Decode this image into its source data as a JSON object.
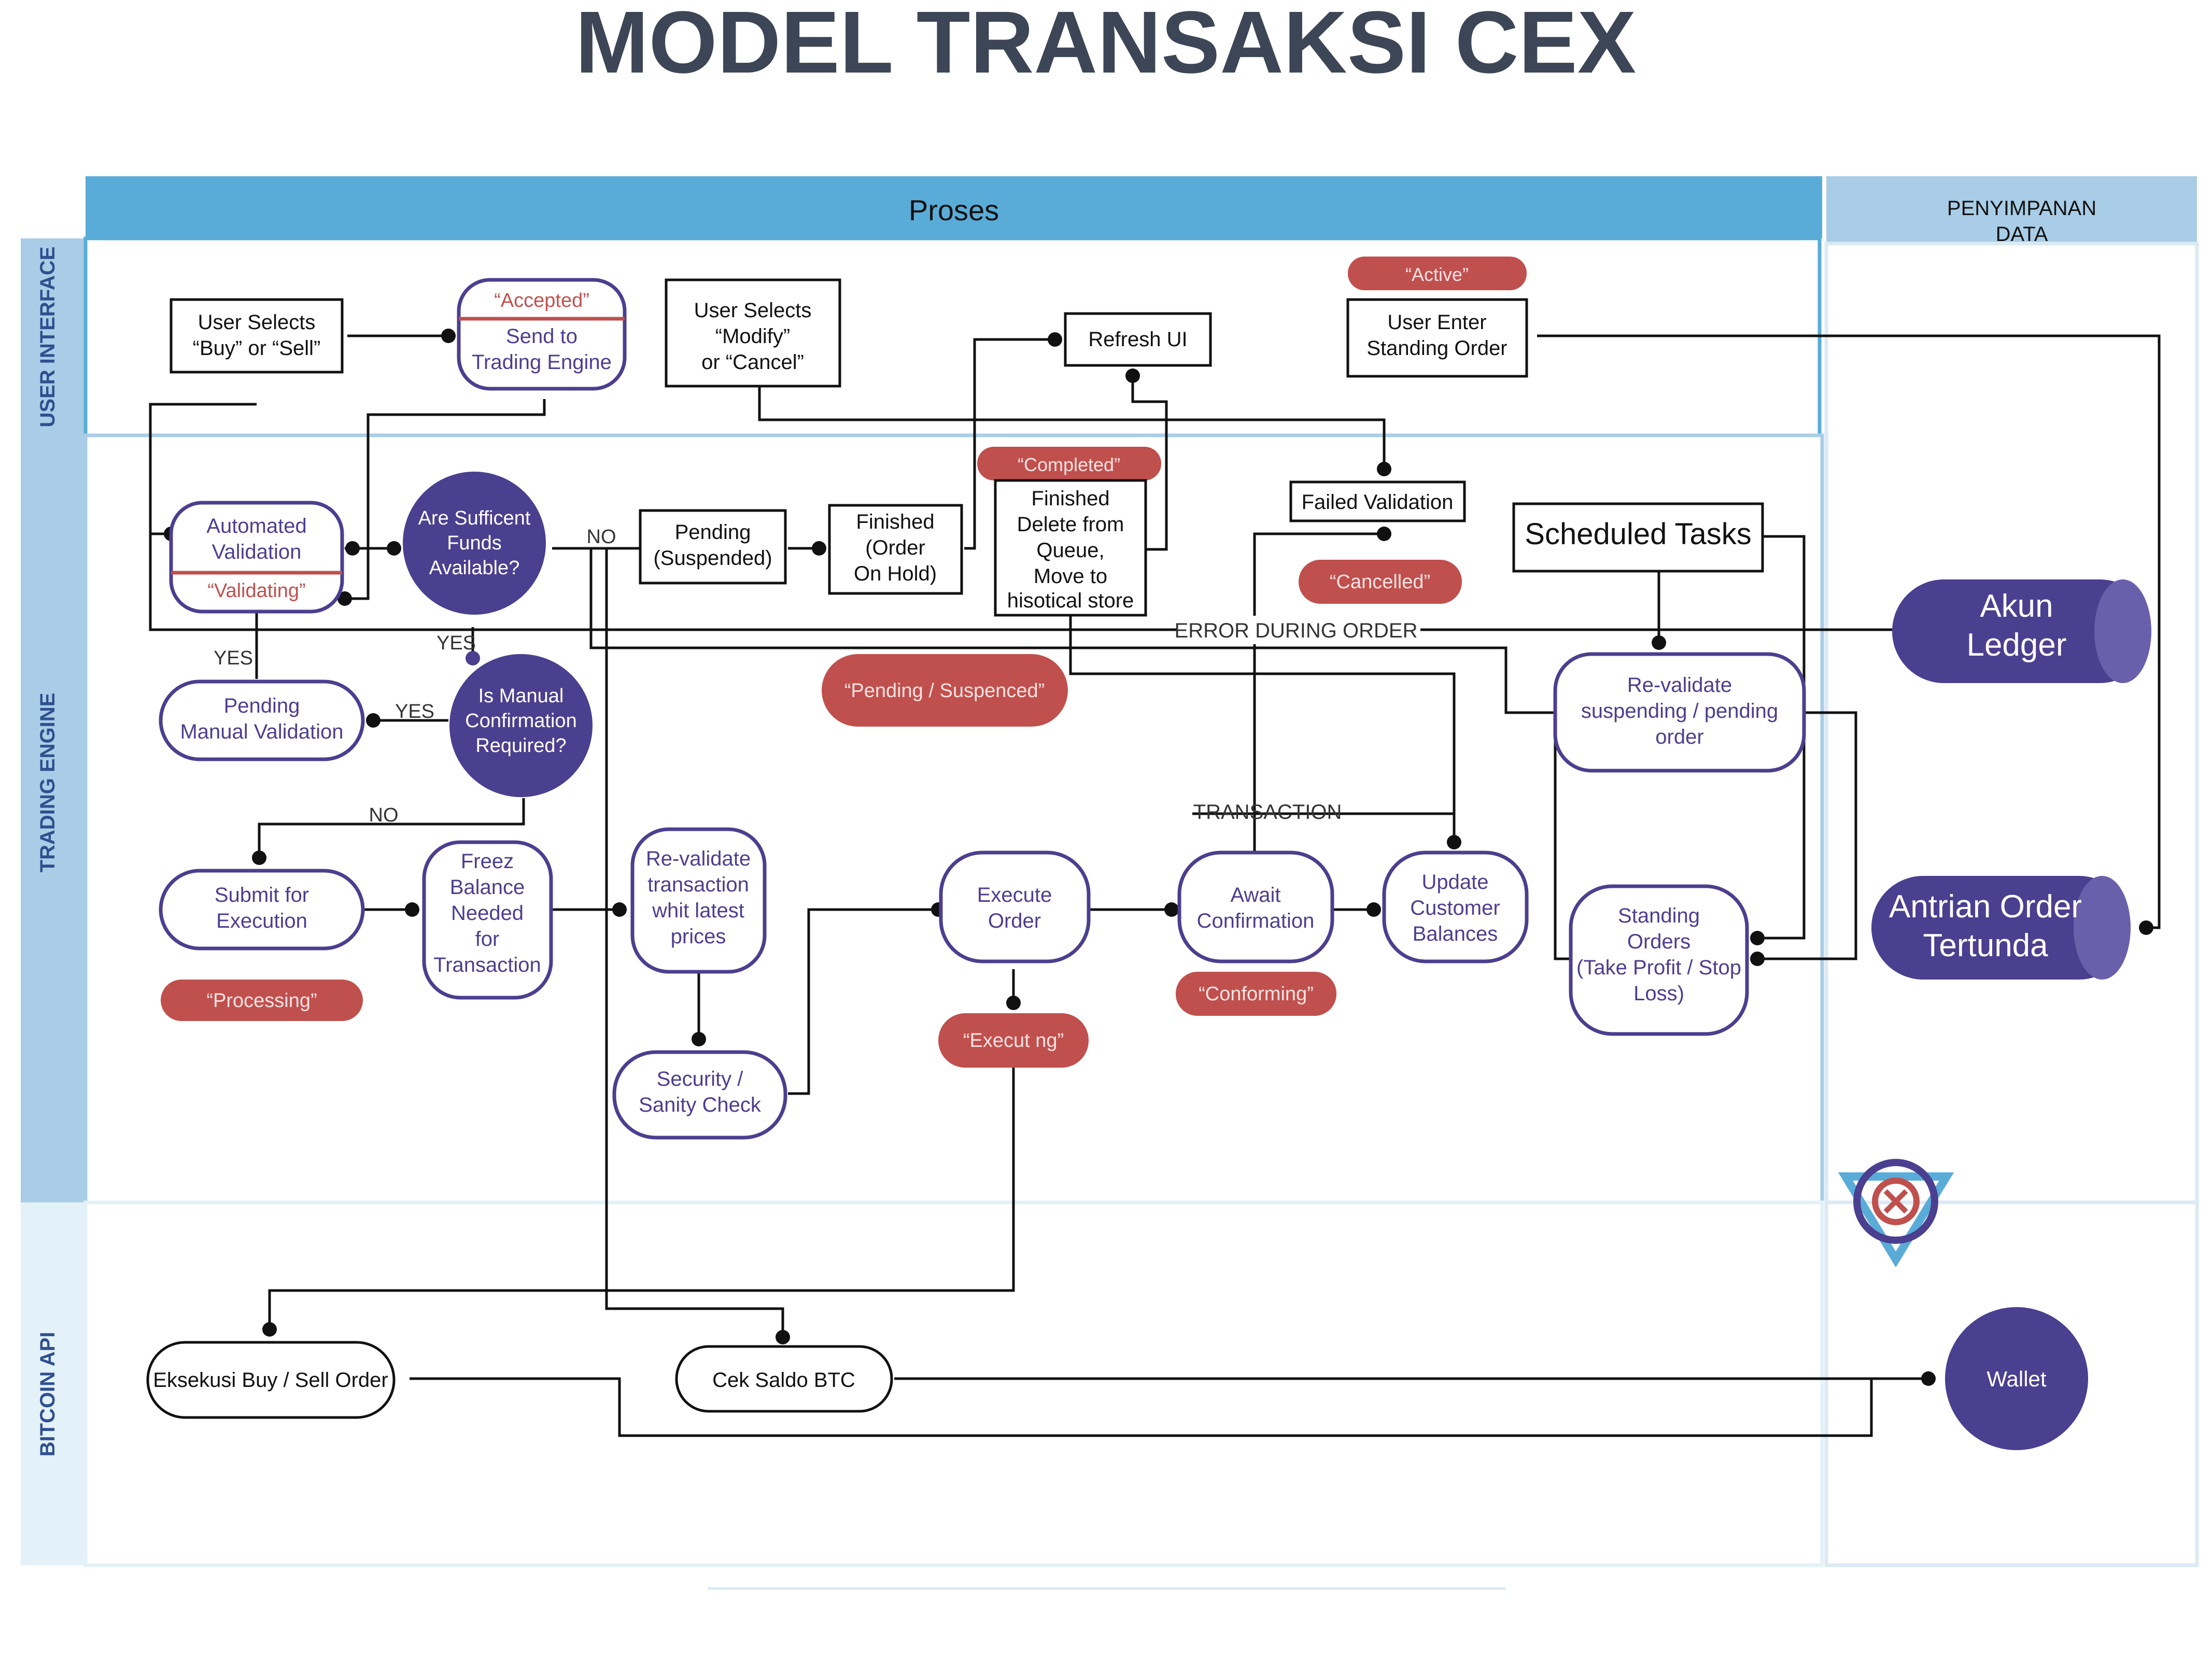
{
  "title": "MODEL TRANSAKSI CEX",
  "headers": {
    "proses": "Proses",
    "penyimpanan": [
      "PENYIMPANAN",
      "DATA"
    ]
  },
  "lanes": {
    "ui": "USER INTERFACE",
    "engine": "TRADING ENGINE",
    "api": "BITCOIN API"
  },
  "boxes": {
    "user_selects": [
      "User Selects",
      "“Buy” or “Sell”"
    ],
    "send_engine": [
      "Send to",
      "Trading Engine"
    ],
    "user_modify": [
      "User Selects",
      "“Modify”",
      "or “Cancel”"
    ],
    "refresh_ui": "Refresh UI",
    "user_standing": [
      "User Enter",
      "Standing Order"
    ],
    "automated": [
      "Automated",
      "Validation"
    ],
    "funds": [
      "Are Sufficent",
      "Funds",
      "Available?"
    ],
    "pending_susp": [
      "Pending",
      "(Suspended)"
    ],
    "finished_hold": [
      "Finished",
      "(Order",
      "On Hold)"
    ],
    "finished_delete": [
      "Finished",
      "Delete from",
      "Queue,",
      "Move to",
      "hisotical store"
    ],
    "failed_validation": "Failed Validation",
    "scheduled": "Scheduled Tasks",
    "pending_manual": [
      "Pending",
      "Manual Validation"
    ],
    "manual_confirm": [
      "Is Manual",
      "Confirmation",
      "Required?"
    ],
    "revalidate_susp": [
      "Re-validate",
      "suspending / pending",
      "order"
    ],
    "submit": [
      "Submit for",
      "Execution"
    ],
    "freeze": [
      "Freez",
      "Balance",
      "Needed",
      "for",
      "Transaction"
    ],
    "revalidate_price": [
      "Re-validate",
      "transaction",
      "whit latest",
      "prices"
    ],
    "security": [
      "Security /",
      "Sanity Check"
    ],
    "execute": [
      "Execute",
      "Order"
    ],
    "await": [
      "Await",
      "Confirmation"
    ],
    "update": [
      "Update",
      "Customer",
      "Balances"
    ],
    "standing_orders": [
      "Standing",
      "Orders",
      "(Take Profit / Stop",
      "Loss)"
    ],
    "eksekusi": "Eksekusi Buy / Sell Order",
    "cek_saldo": "Cek Saldo BTC"
  },
  "status": {
    "accepted": "“Accepted”",
    "active": "“Active”",
    "completed": "“Completed”",
    "validating": "“Validating”",
    "cancelled": "“Cancelled”",
    "pending_suspended": "“Pending / Suspenced”",
    "processing": "“Processing”",
    "executing": "“Execut ng”",
    "conforming": "“Conforming”"
  },
  "storage": {
    "akun_ledger": [
      "Akun",
      "Ledger"
    ],
    "antrian": [
      "Antrian Order",
      "Tertunda"
    ],
    "wallet": "Wallet"
  },
  "labels": {
    "no": "NO",
    "yes": "YES",
    "error": "ERROR DURING ORDER",
    "transaction": "TRANSACTION"
  },
  "colors": {
    "header_blue": "#5aacd8",
    "lane_blue": "#a9cde6",
    "storage_header": "#a9cde6",
    "purple": "#4b3f8f",
    "red": "#c0504d",
    "lane_text": "#2f4f8f"
  }
}
